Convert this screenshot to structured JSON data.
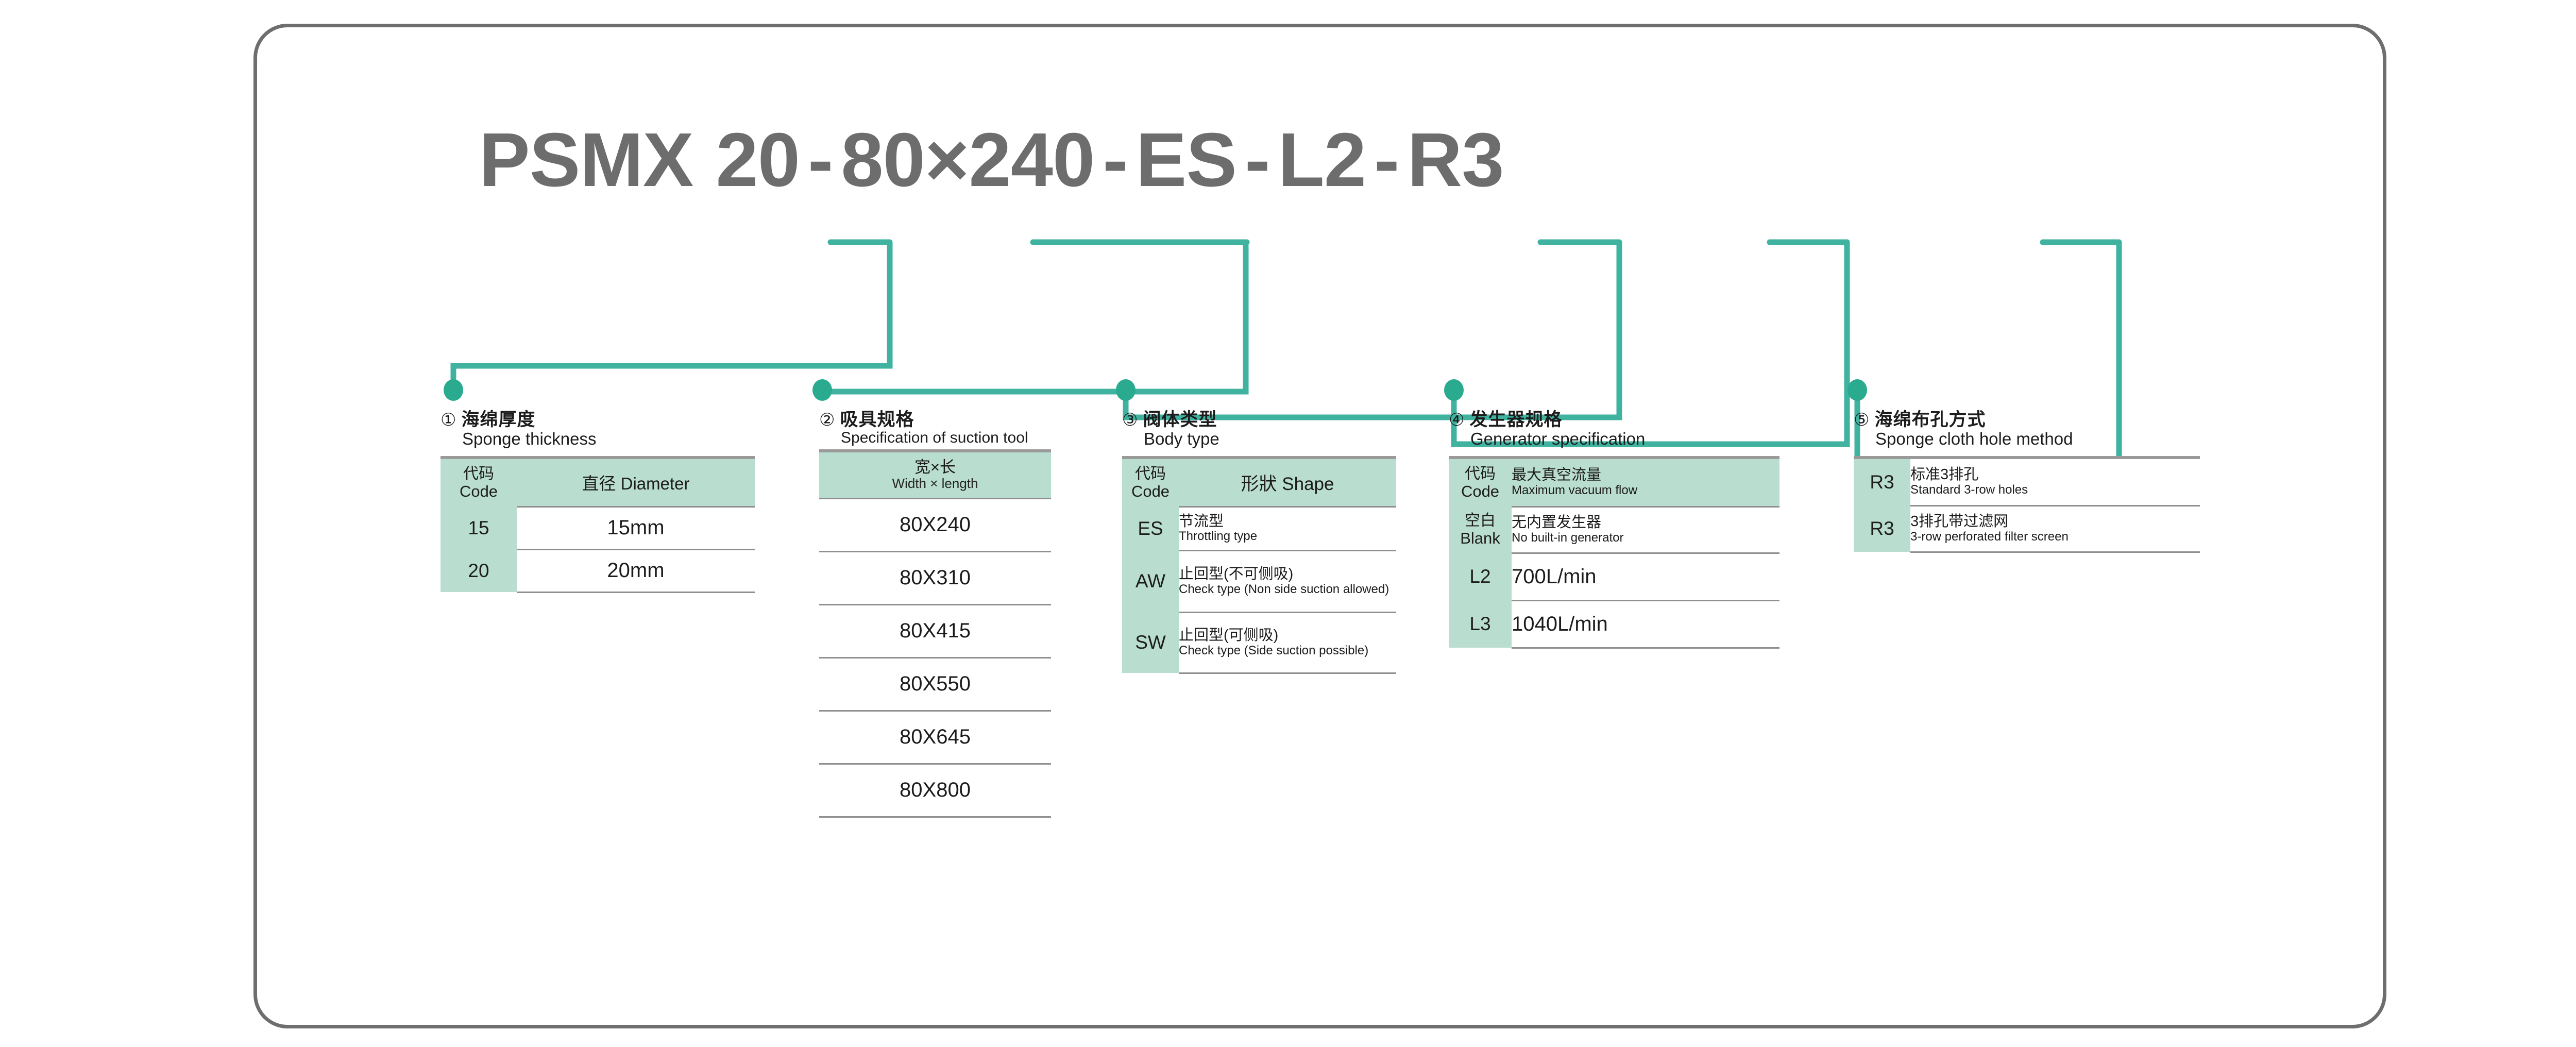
{
  "frame": {
    "border_color": "#6e6e6e"
  },
  "theme": {
    "teal": "#2fae93",
    "mint": "#b9ddcf",
    "gray_text": "#6d6d6d",
    "rule": "#8f8f8f"
  },
  "product_code": {
    "segments": [
      "PSMX",
      "20",
      "80×240",
      "ES",
      "L2",
      "R3"
    ],
    "separator": "-",
    "full": "PSMX 20 - 80×240 - ES - L2 - R3"
  },
  "groups": [
    {
      "index": "①",
      "title_cn": "海绵厚度",
      "title_en": "Sponge thickness",
      "header": {
        "code_cn": "代码",
        "code_en": "Code",
        "value": "直径 Diameter"
      },
      "rows": [
        {
          "code": "15",
          "value": "15mm"
        },
        {
          "code": "20",
          "value": "20mm"
        }
      ]
    },
    {
      "index": "②",
      "title_cn": "吸具规格",
      "title_en": "Specification of suction tool",
      "header": {
        "value_cn": "宽×长",
        "value_en": "Width × length"
      },
      "rows": [
        {
          "value": "80X240"
        },
        {
          "value": "80X310"
        },
        {
          "value": "80X415"
        },
        {
          "value": "80X550"
        },
        {
          "value": "80X645"
        },
        {
          "value": "80X800"
        }
      ]
    },
    {
      "index": "③",
      "title_cn": "阀体类型",
      "title_en": "Body type",
      "header": {
        "code_cn": "代码",
        "code_en": "Code",
        "value": "形狀 Shape"
      },
      "rows": [
        {
          "code": "ES",
          "value_cn": "节流型",
          "value_en": "Throttling type"
        },
        {
          "code": "AW",
          "value_cn": "止回型(不可侧吸)",
          "value_en": "Check type (Non side suction allowed)"
        },
        {
          "code": "SW",
          "value_cn": "止回型(可侧吸)",
          "value_en": "Check type (Side suction possible)"
        }
      ]
    },
    {
      "index": "④",
      "title_cn": "发生器规格",
      "title_en": "Generator specification",
      "header": {
        "code_cn": "代码",
        "code_en": "Code",
        "value_cn": "最大真空流量",
        "value_en": "Maximum vacuum flow"
      },
      "rows": [
        {
          "code_cn": "空白",
          "code_en": "Blank",
          "value_cn": "无内置发生器",
          "value_en": "No built-in generator"
        },
        {
          "code": "L2",
          "value": "700L/min"
        },
        {
          "code": "L3",
          "value": "1040L/min"
        }
      ]
    },
    {
      "index": "⑤",
      "title_cn": "海绵布孔方式",
      "title_en": "Sponge cloth hole method",
      "rows": [
        {
          "code": "R3",
          "value_cn": "标准3排孔",
          "value_en": "Standard 3-row holes"
        },
        {
          "code": "R3",
          "value_cn": "3排孔带过滤网",
          "value_en": "3-row perforated filter screen"
        }
      ]
    }
  ]
}
